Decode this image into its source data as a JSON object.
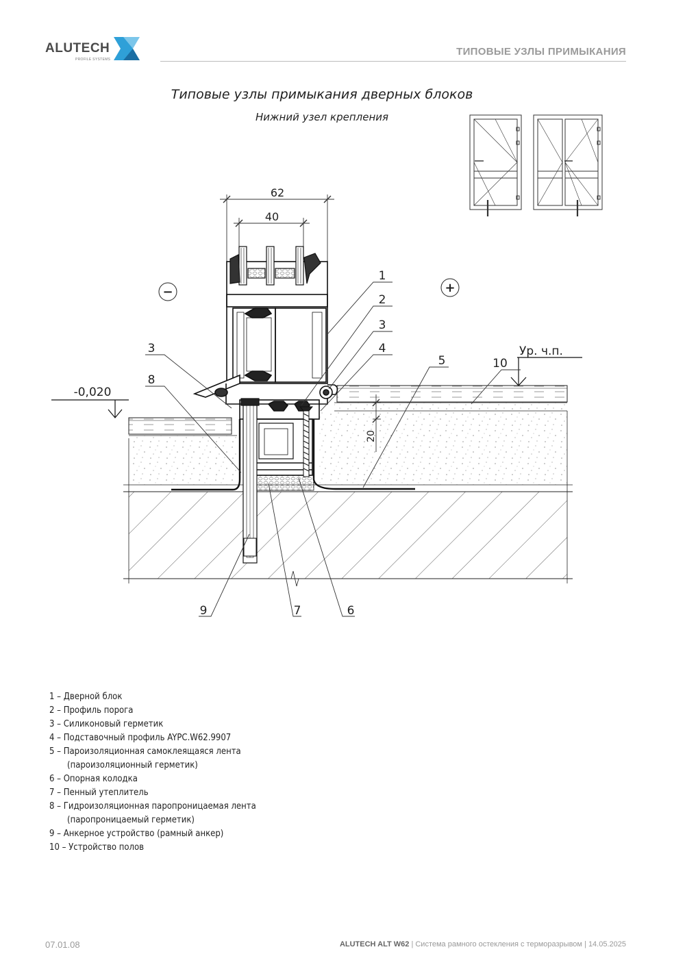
{
  "header": {
    "logo_text": "ALUTECH",
    "logo_sub": "PROFILE SYSTEMS",
    "title": "ТИПОВЫЕ УЗЛЫ ПРИМЫКАНИЯ"
  },
  "drawing": {
    "title": "Типовые узлы примыкания дверных блоков",
    "subtitle": "Нижний узел крепления",
    "dim_outer": "62",
    "dim_inner": "40",
    "dim_vertical": "20",
    "level_left": "-0,020",
    "level_right": "Ур. ч.п.",
    "minus_sign": "−",
    "plus_sign": "+",
    "callouts": {
      "c1": "1",
      "c2": "2",
      "c3a": "3",
      "c3b": "3",
      "c4": "4",
      "c5": "5",
      "c6": "6",
      "c7": "7",
      "c8": "8",
      "c9": "9",
      "c10": "10"
    }
  },
  "legend": [
    {
      "text": "1 – Дверной блок"
    },
    {
      "text": "2 – Профиль порога"
    },
    {
      "text": "3 – Силиконовый герметик"
    },
    {
      "text": "4 – Подставочный профиль AYPC.W62.9907"
    },
    {
      "text": "5 – Пароизоляционная самоклеящаяся  лента"
    },
    {
      "text": "(пароизоляционный герметик)",
      "cont": true
    },
    {
      "text": "6 – Опорная колодка"
    },
    {
      "text": "7 – Пенный утеплитель"
    },
    {
      "text": "8 – Гидроизоляционная паропроницаемая лента"
    },
    {
      "text": "(паропроницаемый герметик)",
      "cont": true
    },
    {
      "text": "9 – Анкерное устройство (рамный анкер)"
    },
    {
      "text": "10 – Устройство полов"
    }
  ],
  "footer": {
    "page": "07.01.08",
    "product": "ALUTECH ALT W62",
    "description": " | Система рамного остекления с терморазрывом | 14.05.2025"
  },
  "colors": {
    "brand_dark": "#4a4a4a",
    "brand_blue": "#2fa0d8",
    "line": "#1a1a1a",
    "muted": "#999999"
  }
}
